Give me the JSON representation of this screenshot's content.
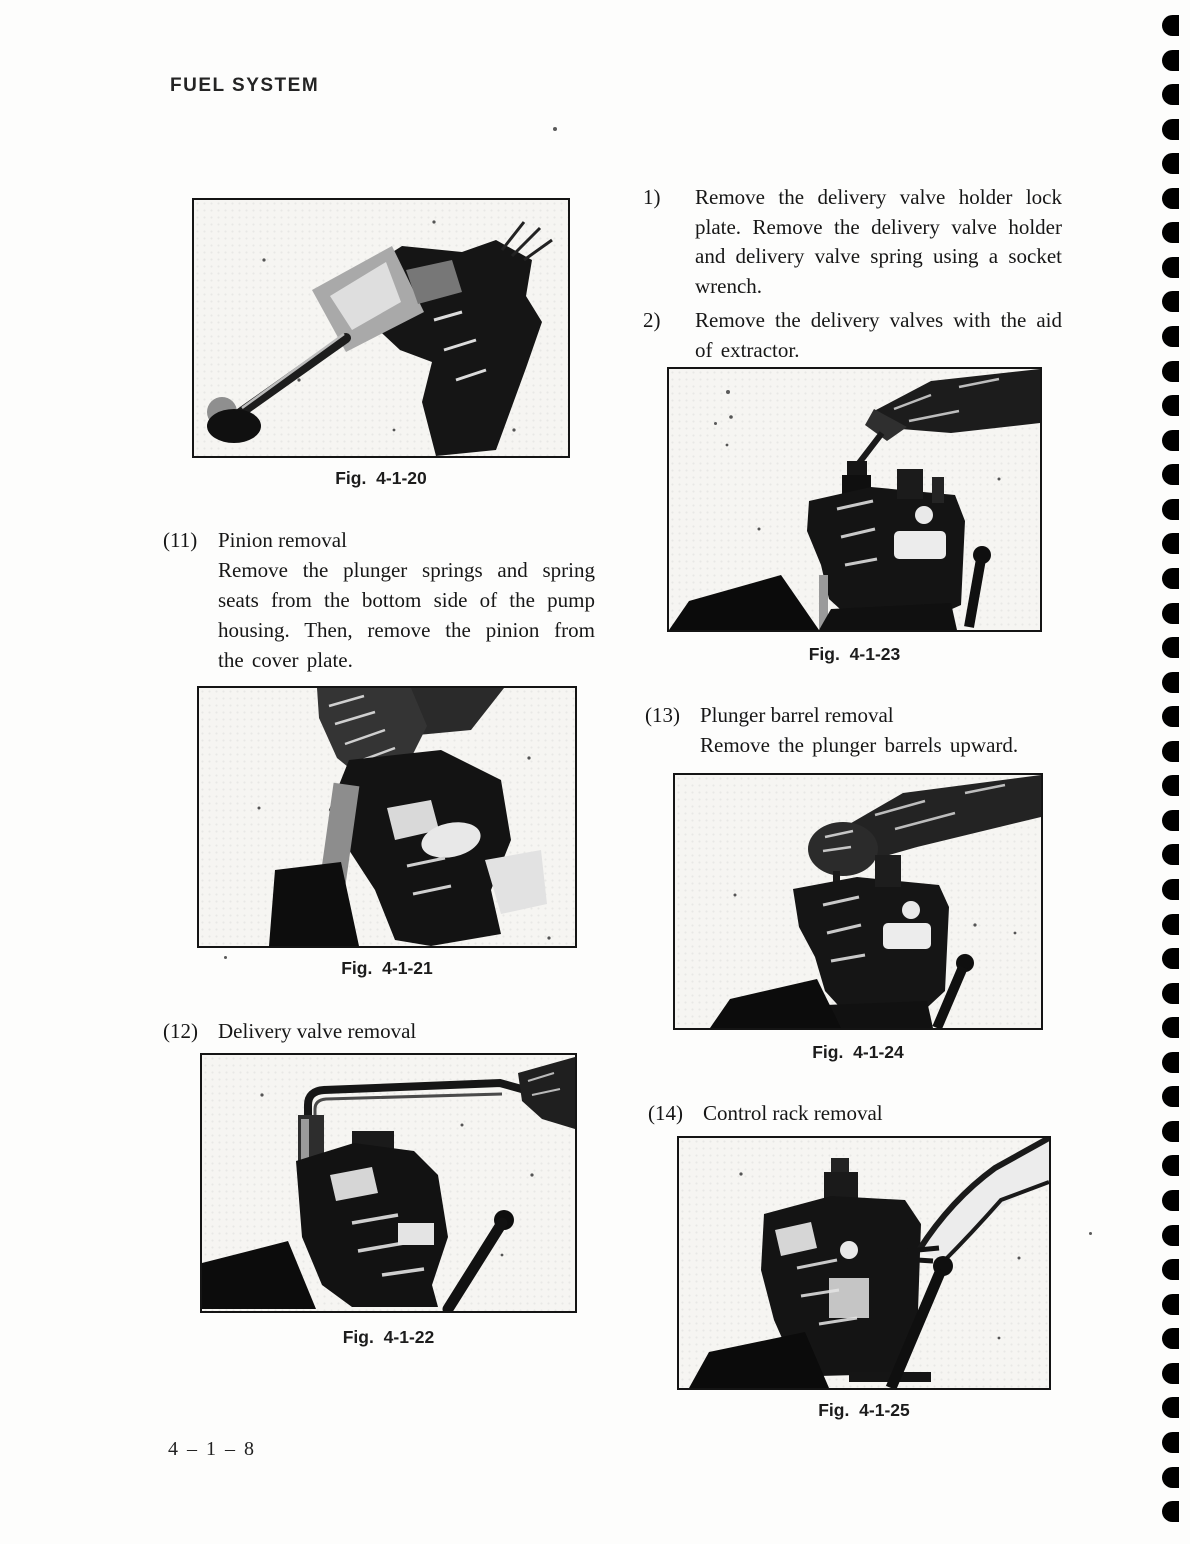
{
  "header": {
    "title": "FUEL SYSTEM"
  },
  "footer": {
    "page_number": "4 – 1 – 8"
  },
  "left_column": {
    "section_11": {
      "label": "(11)",
      "title": "Pinion removal",
      "body": "Remove the plunger springs and spring seats from the bottom side of the pump housing. Then, remove the pinion from the cover plate."
    },
    "section_12": {
      "label": "(12)",
      "title": "Delivery valve removal"
    }
  },
  "right_column": {
    "steps": [
      {
        "label": "1)",
        "text": "Remove the delivery valve holder lock plate.  Remove the delivery valve holder and delivery valve spring using a socket wrench."
      },
      {
        "label": "2)",
        "text": "Remove the delivery valves with the aid of extractor."
      }
    ],
    "section_13": {
      "label": "(13)",
      "title": "Plunger barrel removal",
      "body": "Remove the plunger barrels upward."
    },
    "section_14": {
      "label": "(14)",
      "title": "Control rack removal"
    }
  },
  "figures": {
    "fig20": {
      "caption": "Fig. 4-1-20",
      "description": "Injection pump held at an angle with a long screwdriver removing the pinion from the cover plate"
    },
    "fig21": {
      "caption": "Fig. 4-1-21",
      "description": "Hand lifting the pinion from the top of the pump mounted in a vise"
    },
    "fig22": {
      "caption": "Fig. 4-1-22",
      "description": "Hand with bent socket wrench loosening a delivery valve holder on the pump"
    },
    "fig23": {
      "caption": "Fig. 4-1-23",
      "description": "Hand using an extractor to pull a delivery valve out of the pump"
    },
    "fig24": {
      "caption": "Fig. 4-1-24",
      "description": "Hand pulling a plunger barrel upward out of the pump body"
    },
    "fig25": {
      "caption": "Fig. 4-1-25",
      "description": "Hand pulling the control rack sideways out of the pump body"
    }
  },
  "binding": {
    "count": 44,
    "color": "#000000"
  },
  "colors": {
    "paper": "#fdfdfc",
    "ink": "#1a1a1a"
  }
}
